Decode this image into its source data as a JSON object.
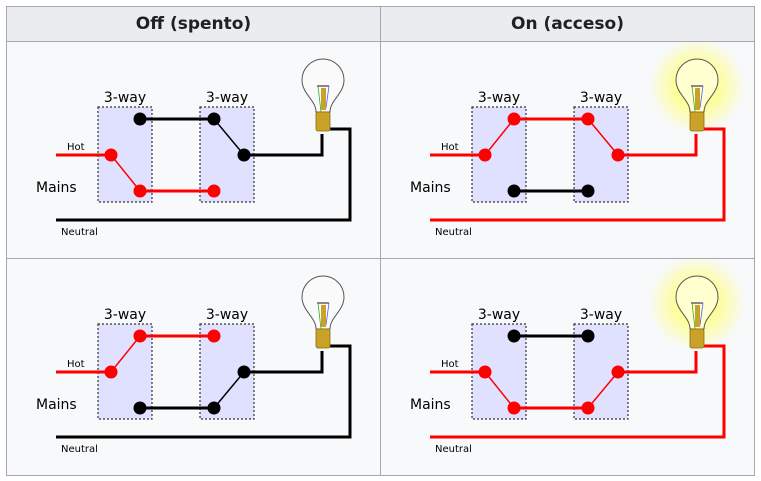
{
  "headers": [
    "Off (spento)",
    "On (acceso)"
  ],
  "labels": {
    "switch": "3-way",
    "hot": "Hot",
    "mains": "Mains",
    "neutral": "Neutral"
  },
  "colors": {
    "live": "#ff0000",
    "dead": "#000000",
    "switch_box": "#e0e0ff",
    "glow": "#ffff80"
  },
  "cells": [
    {
      "switch1": "bottom",
      "switch2": "top",
      "lamp": "off"
    },
    {
      "switch1": "top",
      "switch2": "top",
      "lamp": "on"
    },
    {
      "switch1": "top",
      "switch2": "bottom",
      "lamp": "off"
    },
    {
      "switch1": "bottom",
      "switch2": "bottom",
      "lamp": "on"
    }
  ]
}
